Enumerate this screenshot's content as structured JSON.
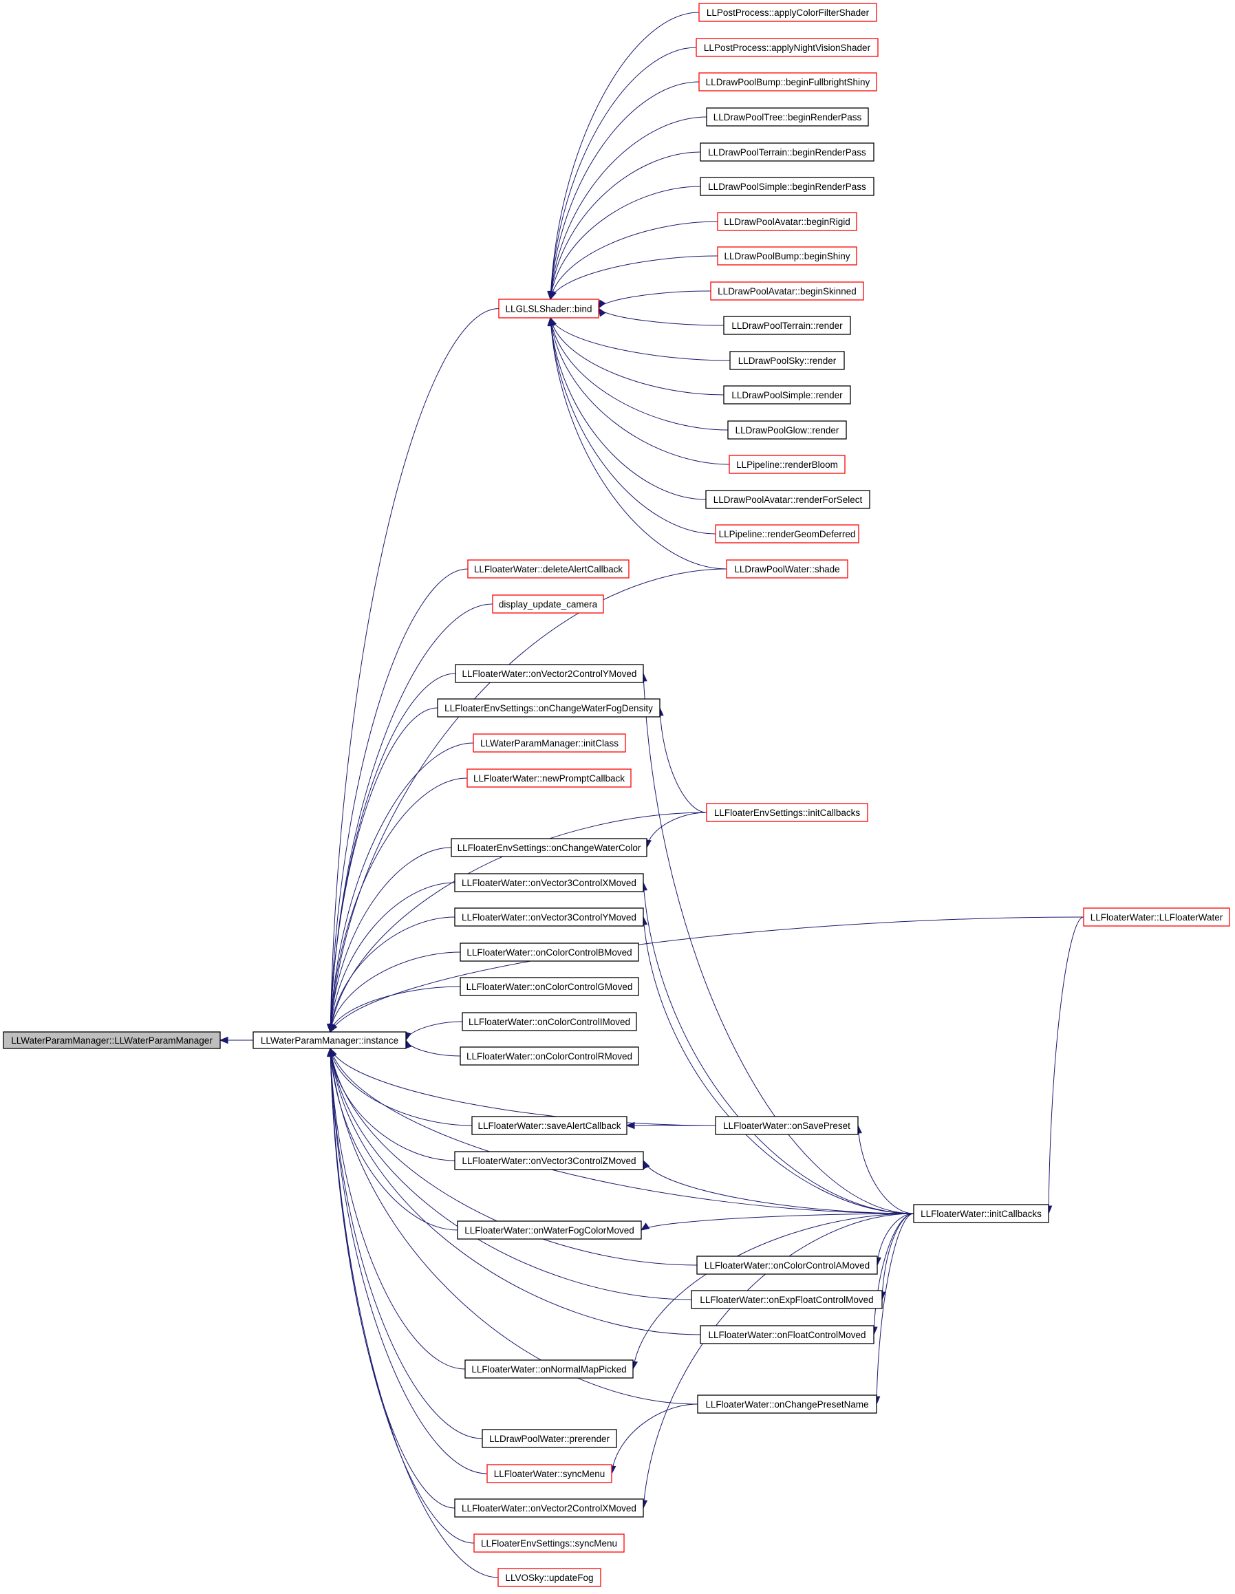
{
  "graph": {
    "nodes": [
      {
        "id": "root",
        "label": "LLWaterParamManager::LLWaterParamManager",
        "style": "root"
      },
      {
        "id": "instance",
        "label": "LLWaterParamManager::instance",
        "style": "black"
      },
      {
        "id": "bind",
        "label": "LLGLSLShader::bind",
        "style": "red"
      },
      {
        "id": "pp_color",
        "label": "LLPostProcess::applyColorFilterShader",
        "style": "red"
      },
      {
        "id": "pp_night",
        "label": "LLPostProcess::applyNightVisionShader",
        "style": "red"
      },
      {
        "id": "bump_fb",
        "label": "LLDrawPoolBump::beginFullbrightShiny",
        "style": "red"
      },
      {
        "id": "tree_brp",
        "label": "LLDrawPoolTree::beginRenderPass",
        "style": "black"
      },
      {
        "id": "terrain_brp",
        "label": "LLDrawPoolTerrain::beginRenderPass",
        "style": "black"
      },
      {
        "id": "simple_brp",
        "label": "LLDrawPoolSimple::beginRenderPass",
        "style": "black"
      },
      {
        "id": "avatar_rigid",
        "label": "LLDrawPoolAvatar::beginRigid",
        "style": "red"
      },
      {
        "id": "bump_shiny",
        "label": "LLDrawPoolBump::beginShiny",
        "style": "red"
      },
      {
        "id": "avatar_skinned",
        "label": "LLDrawPoolAvatar::beginSkinned",
        "style": "red"
      },
      {
        "id": "terrain_render",
        "label": "LLDrawPoolTerrain::render",
        "style": "black"
      },
      {
        "id": "sky_render",
        "label": "LLDrawPoolSky::render",
        "style": "black"
      },
      {
        "id": "simple_render",
        "label": "LLDrawPoolSimple::render",
        "style": "black"
      },
      {
        "id": "glow_render",
        "label": "LLDrawPoolGlow::render",
        "style": "black"
      },
      {
        "id": "pipe_bloom",
        "label": "LLPipeline::renderBloom",
        "style": "red"
      },
      {
        "id": "avatar_rfs",
        "label": "LLDrawPoolAvatar::renderForSelect",
        "style": "black"
      },
      {
        "id": "pipe_geom",
        "label": "LLPipeline::renderGeomDeferred",
        "style": "red"
      },
      {
        "id": "water_shade",
        "label": "LLDrawPoolWater::shade",
        "style": "red"
      },
      {
        "id": "fw_delete",
        "label": "LLFloaterWater::deleteAlertCallback",
        "style": "red"
      },
      {
        "id": "disp_cam",
        "label": "display_update_camera",
        "style": "red"
      },
      {
        "id": "fw_v2y",
        "label": "LLFloaterWater::onVector2ControlYMoved",
        "style": "black"
      },
      {
        "id": "fes_fog",
        "label": "LLFloaterEnvSettings::onChangeWaterFogDensity",
        "style": "black"
      },
      {
        "id": "wpm_init",
        "label": "LLWaterParamManager::initClass",
        "style": "red"
      },
      {
        "id": "fw_newprompt",
        "label": "LLFloaterWater::newPromptCallback",
        "style": "red"
      },
      {
        "id": "fes_initcb",
        "label": "LLFloaterEnvSettings::initCallbacks",
        "style": "red"
      },
      {
        "id": "fes_color",
        "label": "LLFloaterEnvSettings::onChangeWaterColor",
        "style": "black"
      },
      {
        "id": "fw_v3x",
        "label": "LLFloaterWater::onVector3ControlXMoved",
        "style": "black"
      },
      {
        "id": "fw_v3y",
        "label": "LLFloaterWater::onVector3ControlYMoved",
        "style": "black"
      },
      {
        "id": "fw_cb",
        "label": "LLFloaterWater::onColorControlBMoved",
        "style": "black"
      },
      {
        "id": "fw_cg",
        "label": "LLFloaterWater::onColorControlGMoved",
        "style": "black"
      },
      {
        "id": "fw_ci",
        "label": "LLFloaterWater::onColorControlIMoved",
        "style": "black"
      },
      {
        "id": "fw_cr",
        "label": "LLFloaterWater::onColorControlRMoved",
        "style": "black"
      },
      {
        "id": "fw_save",
        "label": "LLFloaterWater::saveAlertCallback",
        "style": "black"
      },
      {
        "id": "fw_onsave",
        "label": "LLFloaterWater::onSavePreset",
        "style": "black"
      },
      {
        "id": "fw_v3z",
        "label": "LLFloaterWater::onVector3ControlZMoved",
        "style": "black"
      },
      {
        "id": "fw_initcb",
        "label": "LLFloaterWater::initCallbacks",
        "style": "black"
      },
      {
        "id": "fw_fogcolor",
        "label": "LLFloaterWater::onWaterFogColorMoved",
        "style": "black"
      },
      {
        "id": "fw_ca",
        "label": "LLFloaterWater::onColorControlAMoved",
        "style": "black"
      },
      {
        "id": "fw_expfloat",
        "label": "LLFloaterWater::onExpFloatControlMoved",
        "style": "black"
      },
      {
        "id": "fw_float",
        "label": "LLFloaterWater::onFloatControlMoved",
        "style": "black"
      },
      {
        "id": "fw_normal",
        "label": "LLFloaterWater::onNormalMapPicked",
        "style": "black"
      },
      {
        "id": "fw_chpreset",
        "label": "LLFloaterWater::onChangePresetName",
        "style": "black"
      },
      {
        "id": "water_prerender",
        "label": "LLDrawPoolWater::prerender",
        "style": "black"
      },
      {
        "id": "fw_sync",
        "label": "LLFloaterWater::syncMenu",
        "style": "red"
      },
      {
        "id": "fw_v2x",
        "label": "LLFloaterWater::onVector2ControlXMoved",
        "style": "black"
      },
      {
        "id": "fes_sync",
        "label": "LLFloaterEnvSettings::syncMenu",
        "style": "red"
      },
      {
        "id": "vosky_fog",
        "label": "LLVOSky::updateFog",
        "style": "red"
      },
      {
        "id": "fw_ctor",
        "label": "LLFloaterWater::LLFloaterWater",
        "style": "red"
      }
    ],
    "edges": [
      {
        "from": "instance",
        "to": "root"
      },
      {
        "from": "bind",
        "to": "instance"
      },
      {
        "from": "pp_color",
        "to": "bind"
      },
      {
        "from": "pp_night",
        "to": "bind"
      },
      {
        "from": "bump_fb",
        "to": "bind"
      },
      {
        "from": "tree_brp",
        "to": "bind"
      },
      {
        "from": "terrain_brp",
        "to": "bind"
      },
      {
        "from": "simple_brp",
        "to": "bind"
      },
      {
        "from": "avatar_rigid",
        "to": "bind"
      },
      {
        "from": "bump_shiny",
        "to": "bind"
      },
      {
        "from": "avatar_skinned",
        "to": "bind"
      },
      {
        "from": "terrain_render",
        "to": "bind"
      },
      {
        "from": "sky_render",
        "to": "bind"
      },
      {
        "from": "simple_render",
        "to": "bind"
      },
      {
        "from": "glow_render",
        "to": "bind"
      },
      {
        "from": "pipe_bloom",
        "to": "bind"
      },
      {
        "from": "avatar_rfs",
        "to": "bind"
      },
      {
        "from": "pipe_geom",
        "to": "bind"
      },
      {
        "from": "water_shade",
        "to": "bind"
      },
      {
        "from": "water_shade",
        "to": "instance"
      },
      {
        "from": "fw_delete",
        "to": "instance"
      },
      {
        "from": "disp_cam",
        "to": "instance"
      },
      {
        "from": "fw_v2y",
        "to": "instance"
      },
      {
        "from": "fes_fog",
        "to": "instance"
      },
      {
        "from": "wpm_init",
        "to": "instance"
      },
      {
        "from": "fw_newprompt",
        "to": "instance"
      },
      {
        "from": "fes_initcb",
        "to": "instance"
      },
      {
        "from": "fes_color",
        "to": "instance"
      },
      {
        "from": "fw_v3x",
        "to": "instance"
      },
      {
        "from": "fw_v3y",
        "to": "instance"
      },
      {
        "from": "fw_cb",
        "to": "instance"
      },
      {
        "from": "fw_cg",
        "to": "instance"
      },
      {
        "from": "fw_ci",
        "to": "instance"
      },
      {
        "from": "fw_cr",
        "to": "instance"
      },
      {
        "from": "fw_save",
        "to": "instance"
      },
      {
        "from": "fw_onsave",
        "to": "instance"
      },
      {
        "from": "fw_v3z",
        "to": "instance"
      },
      {
        "from": "fw_initcb",
        "to": "instance"
      },
      {
        "from": "fw_fogcolor",
        "to": "instance"
      },
      {
        "from": "fw_ca",
        "to": "instance"
      },
      {
        "from": "fw_expfloat",
        "to": "instance"
      },
      {
        "from": "fw_float",
        "to": "instance"
      },
      {
        "from": "fw_normal",
        "to": "instance"
      },
      {
        "from": "fw_chpreset",
        "to": "instance"
      },
      {
        "from": "water_prerender",
        "to": "instance"
      },
      {
        "from": "fw_sync",
        "to": "instance"
      },
      {
        "from": "fw_v2x",
        "to": "instance"
      },
      {
        "from": "fes_sync",
        "to": "instance"
      },
      {
        "from": "vosky_fog",
        "to": "instance"
      },
      {
        "from": "fw_ctor",
        "to": "instance"
      },
      {
        "from": "fes_initcb",
        "to": "fes_fog"
      },
      {
        "from": "fes_initcb",
        "to": "fes_color"
      },
      {
        "from": "fw_onsave",
        "to": "fw_save"
      },
      {
        "from": "fw_initcb",
        "to": "fw_v2y"
      },
      {
        "from": "fw_initcb",
        "to": "fw_v3x"
      },
      {
        "from": "fw_initcb",
        "to": "fw_v3y"
      },
      {
        "from": "fw_initcb",
        "to": "fw_onsave"
      },
      {
        "from": "fw_initcb",
        "to": "fw_v3z"
      },
      {
        "from": "fw_initcb",
        "to": "fw_fogcolor"
      },
      {
        "from": "fw_initcb",
        "to": "fw_ca"
      },
      {
        "from": "fw_initcb",
        "to": "fw_expfloat"
      },
      {
        "from": "fw_initcb",
        "to": "fw_float"
      },
      {
        "from": "fw_initcb",
        "to": "fw_normal"
      },
      {
        "from": "fw_initcb",
        "to": "fw_chpreset"
      },
      {
        "from": "fw_initcb",
        "to": "fw_v2x"
      },
      {
        "from": "fw_chpreset",
        "to": "fw_sync"
      },
      {
        "from": "fw_ctor",
        "to": "fw_initcb"
      }
    ]
  }
}
